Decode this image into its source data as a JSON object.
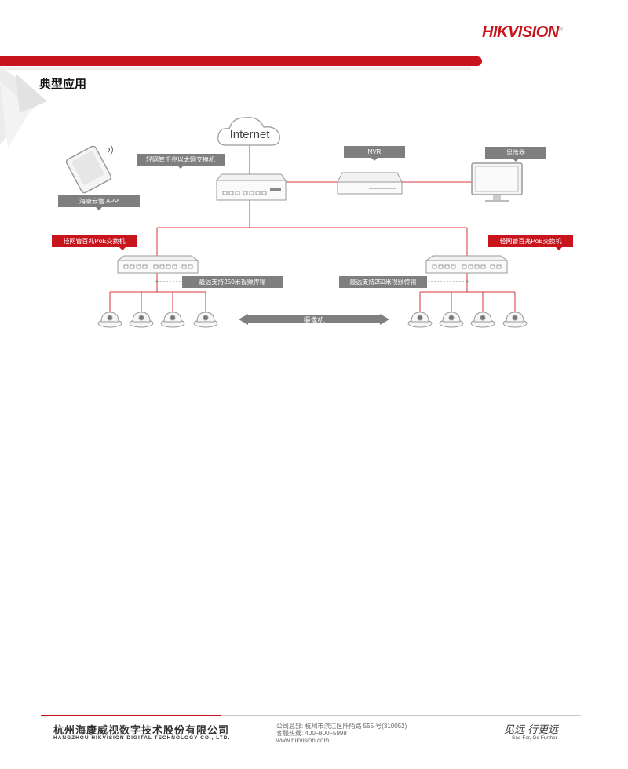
{
  "header": {
    "logo_text": "HIKVISION",
    "logo_mark": "®",
    "section_title": "典型应用"
  },
  "diagram": {
    "internet": "Internet",
    "core_switch_label": "轻网管千兆以太网交换机",
    "nvr_label": "NVR",
    "monitor_label": "显示器",
    "app_label": "海康云管 APP",
    "left_poe_label": "轻网管百兆PoE交换机",
    "right_poe_label": "轻网管百兆PoE交换机",
    "left_distance_label": "最远支持250米视频传输",
    "right_distance_label": "最远支持250米视频传输",
    "camera_label": "摄像机"
  },
  "footer": {
    "company_cn": "杭州海康威视数字技术股份有限公司",
    "company_en": "HANGZHOU HIKVISION DIGITAL TECHNOLOGY CO., LTD.",
    "address": "公司总部: 杭州市滨江区阡陌路 555 号(310052)",
    "hotline": "客服热线: 400–800–5998",
    "website": "www.hikvision.com",
    "slogan_cn": "见远 行更远",
    "slogan_en": "See Far, Go Further"
  },
  "colors": {
    "brand_red": "#c8151d",
    "tag_gray": "#7f7f7f",
    "line_red": "#d9363e"
  }
}
